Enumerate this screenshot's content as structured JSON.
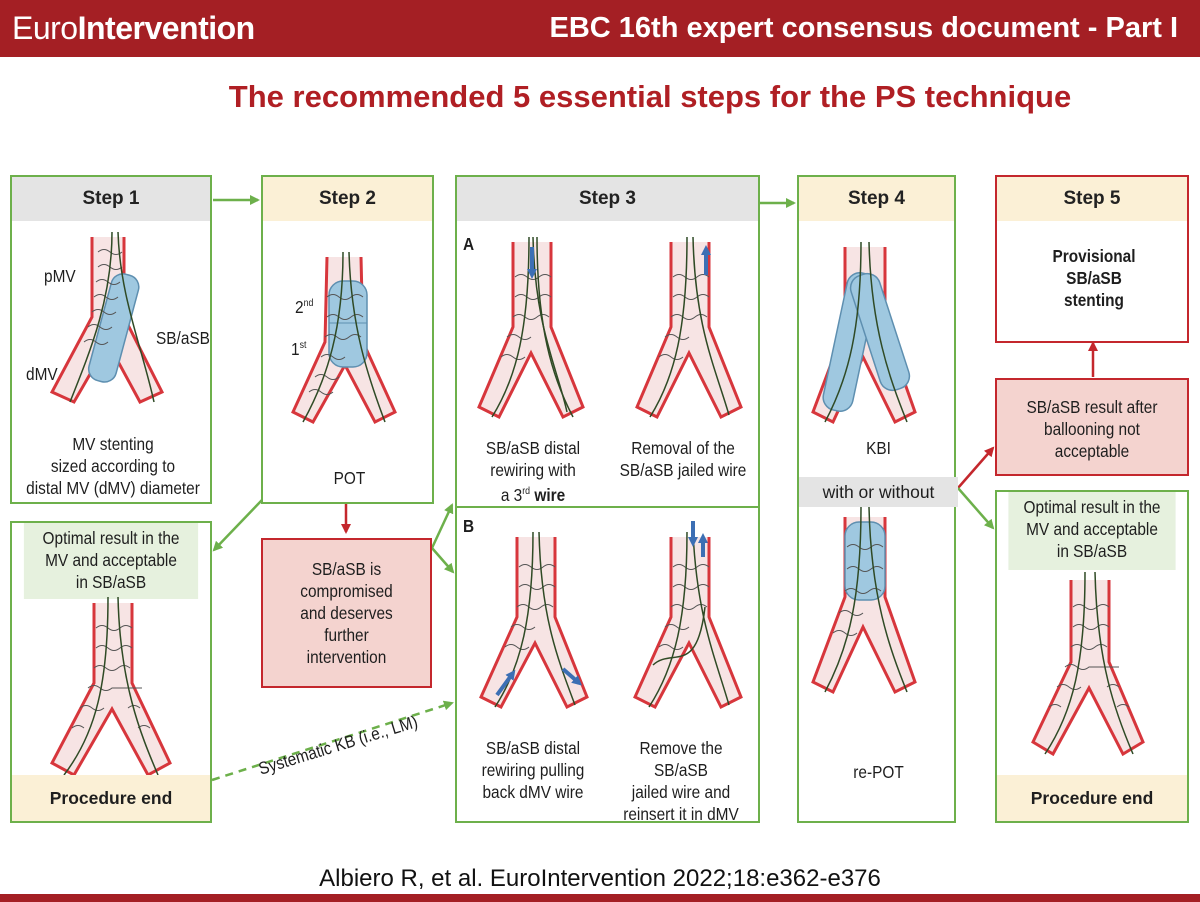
{
  "header": {
    "brand_light": "Euro",
    "brand_bold": "Intervention",
    "title": "EBC 16th expert consensus document - Part I"
  },
  "slide": {
    "title": "The recommended 5 essential steps for the PS technique",
    "citation": "Albiero R, et al. EuroIntervention 2022;18:e362-e376"
  },
  "step1": {
    "head": "Step 1",
    "pmv": "pMV",
    "dmv": "dMV",
    "sb": "SB/aSB",
    "caption": [
      "MV stenting",
      "sized according to",
      "distal MV (dMV) diameter"
    ]
  },
  "step2": {
    "head": "Step 2",
    "second": "2",
    "second_sup": "nd",
    "first": "1",
    "first_sup": "st",
    "caption": "POT"
  },
  "step3": {
    "head": "Step 3",
    "a_label": "A",
    "b_label": "B",
    "a_left": [
      "SB/aSB distal",
      "rewiring with",
      "a 3",
      "rd",
      " wire"
    ],
    "a_right": [
      "Removal of the",
      "SB/aSB jailed wire"
    ],
    "b_left": [
      "SB/aSB distal",
      "rewiring pulling",
      "back dMV wire"
    ],
    "b_right": [
      "Remove the SB/aSB",
      "jailed wire and",
      "reinsert it in dMV"
    ]
  },
  "step4": {
    "head": "Step 4",
    "kbi": "KBI",
    "with_without": "with or without",
    "repot": "re-POT"
  },
  "step5": {
    "head": "Step 5",
    "text": [
      "Provisional",
      "SB/aSB",
      "stenting"
    ]
  },
  "outcome_left": {
    "head": [
      "Optimal result in the",
      "MV and acceptable",
      "in SB/aSB"
    ],
    "foot": "Procedure end"
  },
  "compromised": {
    "text": [
      "SB/aSB is",
      "compromised",
      "and deserves",
      "further",
      "intervention"
    ]
  },
  "systematic_kb": "Systematic KB (i.e., LM)",
  "sb_not_acceptable": {
    "text": [
      "SB/aSB result after",
      "ballooning not",
      "acceptable"
    ]
  },
  "outcome_right": {
    "head": [
      "Optimal result in the",
      "MV and acceptable",
      "in SB/aSB"
    ],
    "foot": "Procedure end"
  },
  "colors": {
    "brand_red": "#a41f24",
    "title_red": "#b01f24",
    "green_border": "#6db04b",
    "red_border": "#c4272d",
    "vessel_red": "#d7363c",
    "balloon_blue": "#9fc8e0",
    "wire_blue": "#3c6fb4"
  }
}
